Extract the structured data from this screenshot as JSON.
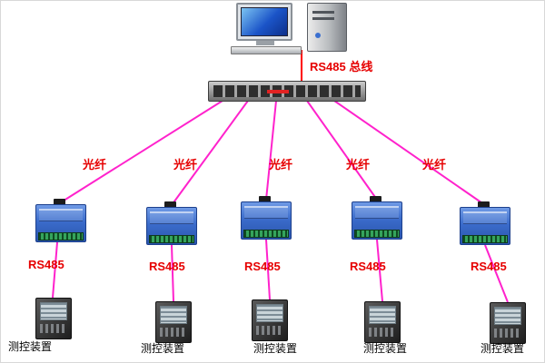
{
  "bus": {
    "label": "RS485 总线"
  },
  "branches": [
    {
      "fiber": "光纤",
      "serial": "RS485",
      "device": "测控装置"
    },
    {
      "fiber": "光纤",
      "serial": "RS485",
      "device": "测控装置"
    },
    {
      "fiber": "光纤",
      "serial": "RS485",
      "device": "测控装置"
    },
    {
      "fiber": "光纤",
      "serial": "RS485",
      "device": "测控装置"
    },
    {
      "fiber": "光纤",
      "serial": "RS485",
      "device": "测控装置"
    }
  ],
  "colors": {
    "fiber_wire": "#ff22cc",
    "bus_wire": "#ff0000",
    "label_text": "#e60000",
    "device_text": "#000000",
    "module_body": "#3b6ccb"
  }
}
